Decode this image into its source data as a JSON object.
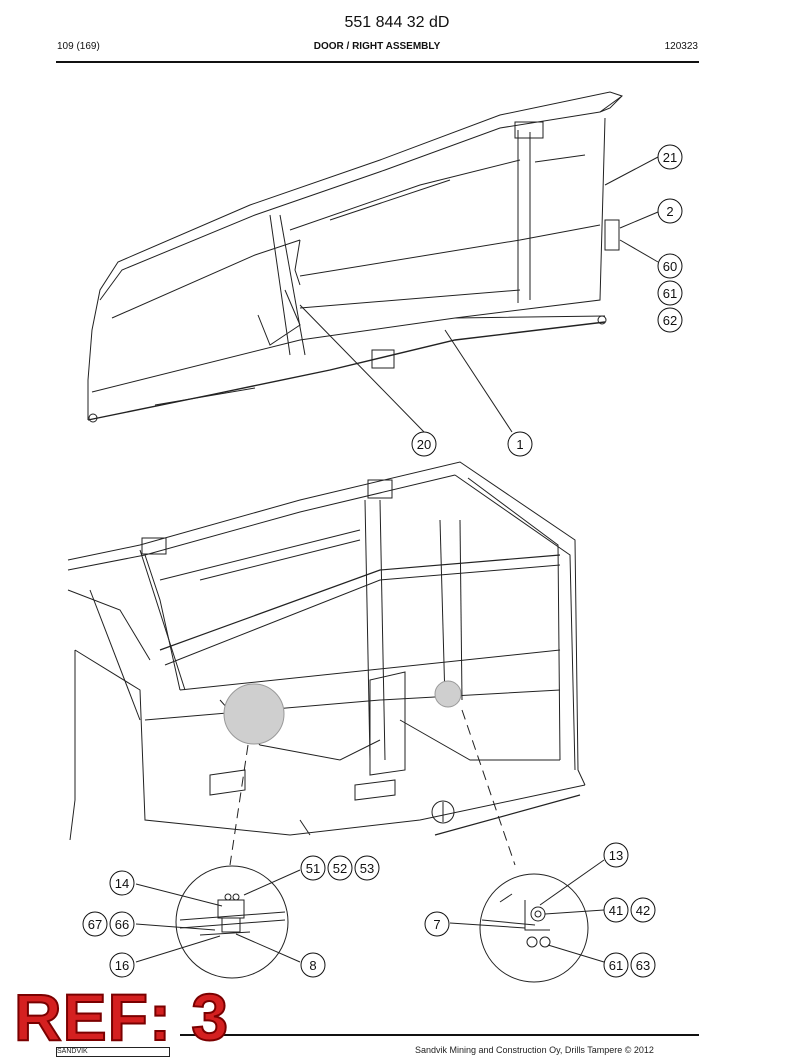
{
  "header": {
    "doc_number": "551 844 32 dD",
    "page": "109 (169)",
    "title": "DOOR / RIGHT ASSEMBLY",
    "date_code": "120323"
  },
  "callouts": {
    "upper": [
      "21",
      "2",
      "60",
      "61",
      "62",
      "20",
      "1"
    ],
    "detail_left": [
      "14",
      "51",
      "52",
      "53",
      "67",
      "66",
      "16",
      "8"
    ],
    "detail_right": [
      "13",
      "41",
      "42",
      "7",
      "61",
      "63"
    ]
  },
  "footer": {
    "copyright": "Sandvik Mining and Construction Oy, Drills Tampere © 2012",
    "logo_text": "SANDVIK"
  },
  "stamp": {
    "text": "REF: 3",
    "color": "#d42020"
  }
}
